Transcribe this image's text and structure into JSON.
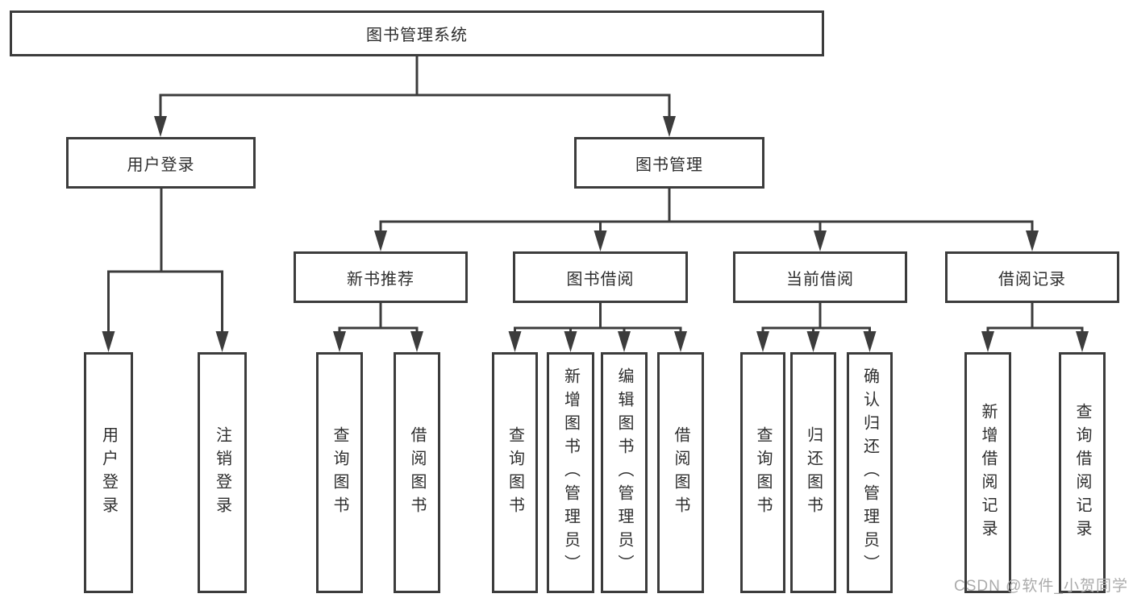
{
  "diagram": {
    "type": "hierarchy-tree",
    "colors": {
      "background": "#ffffff",
      "border": "#3c3c3c",
      "line": "#3c3c3c",
      "text": "#2e2e2e",
      "watermark": "#ababab"
    },
    "watermark": "CSDN @软件_小贺同学",
    "nodes": {
      "root": {
        "label": "图书管理系统"
      },
      "level2": [
        {
          "label": "用户登录"
        },
        {
          "label": "图书管理"
        }
      ],
      "level3": [
        {
          "label": "新书推荐",
          "parent": "图书管理"
        },
        {
          "label": "图书借阅",
          "parent": "图书管理"
        },
        {
          "label": "当前借阅",
          "parent": "图书管理"
        },
        {
          "label": "借阅记录",
          "parent": "图书管理"
        }
      ],
      "leaves": [
        {
          "label": "用户登录",
          "parent": "用户登录"
        },
        {
          "label": "注销登录",
          "parent": "用户登录"
        },
        {
          "label": "查询图书",
          "parent": "新书推荐"
        },
        {
          "label": "借阅图书",
          "parent": "新书推荐"
        },
        {
          "label": "查询图书",
          "parent": "图书借阅"
        },
        {
          "label": "新增图书（管理员）",
          "parent": "图书借阅"
        },
        {
          "label": "编辑图书（管理员）",
          "parent": "图书借阅"
        },
        {
          "label": "借阅图书",
          "parent": "图书借阅"
        },
        {
          "label": "查询图书",
          "parent": "当前借阅"
        },
        {
          "label": "归还图书",
          "parent": "当前借阅"
        },
        {
          "label": "确认归还（管理员）",
          "parent": "当前借阅"
        },
        {
          "label": "新增借阅记录",
          "parent": "借阅记录"
        },
        {
          "label": "查询借阅记录",
          "parent": "借阅记录"
        }
      ]
    }
  }
}
